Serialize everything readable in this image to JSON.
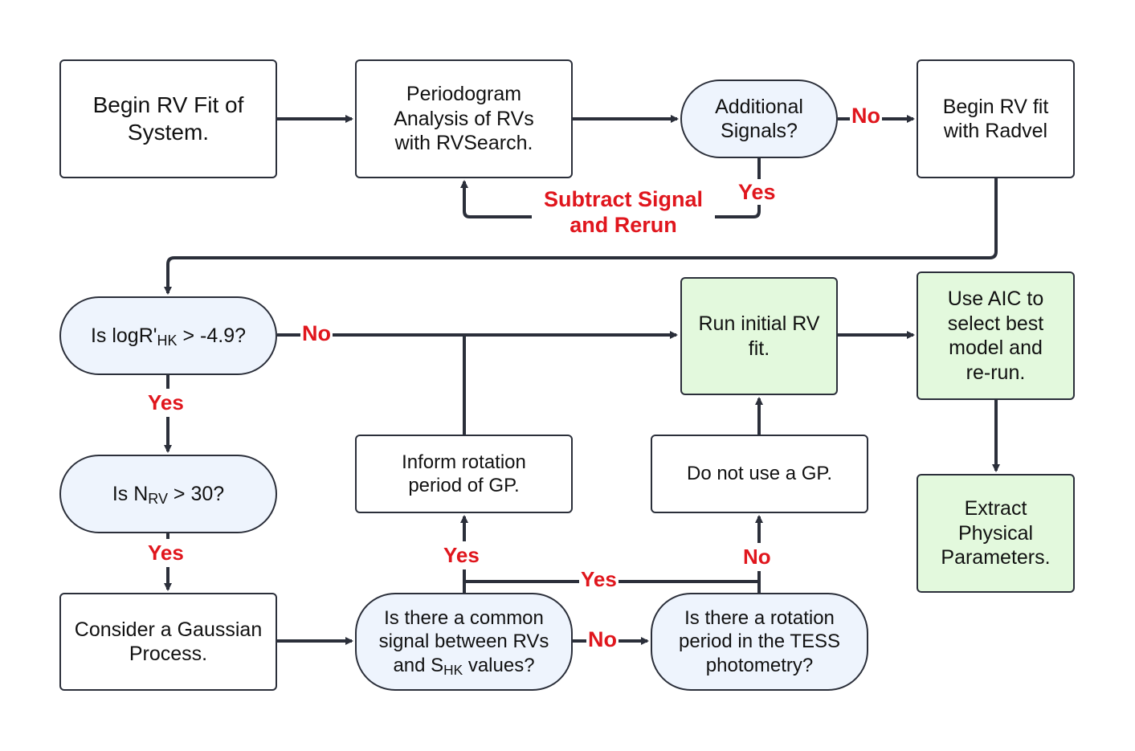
{
  "nodes": {
    "begin_rv": "Begin RV Fit of System.",
    "periodogram": "Periodogram Analysis of RVs with RVSearch.",
    "additional_signals": "Additional Signals?",
    "begin_radvel": "Begin RV fit with Radvel",
    "logr_prefix": "Is logR'",
    "logr_sub": "HK",
    "logr_suffix": " > -4.9?",
    "nrv_prefix": "Is N",
    "nrv_sub": "RV",
    "nrv_suffix": " > 30?",
    "consider_gp": "Consider a Gaussian Process.",
    "common_prefix": "Is there a common signal between RVs and S",
    "common_sub": "HK",
    "common_suffix": " values?",
    "tess_rotation": "Is there a rotation period in the TESS photometry?",
    "inform_rotation": "Inform rotation period of GP.",
    "no_gp": "Do not use a GP.",
    "run_initial": "Run initial RV fit.",
    "use_aic": "Use AIC to select best model and re-run.",
    "extract": "Extract Physical Parameters."
  },
  "labels": {
    "no_additional": "No",
    "yes_additional": "Yes",
    "subtract_rerun_1": "Subtract Signal",
    "subtract_rerun_2": "and Rerun",
    "no_logr": "No",
    "yes_logr": "Yes",
    "yes_nrv": "Yes",
    "no_common": "No",
    "yes_common": "Yes",
    "yes_merge": "Yes",
    "no_tess": "No"
  },
  "colors": {
    "line": "#2b2f3a",
    "label_red": "#e0161d",
    "decision_fill": "#eef4fd",
    "result_fill": "#e3f9dd"
  }
}
